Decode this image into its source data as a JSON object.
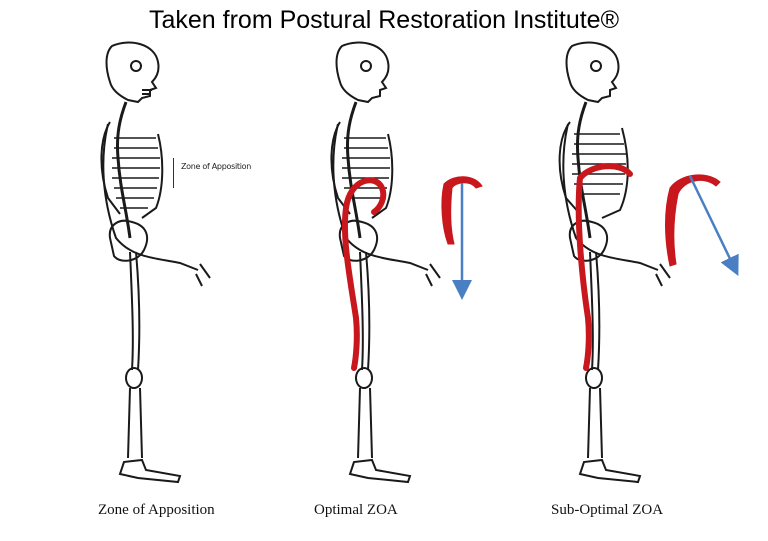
{
  "title": "Taken from Postural Restoration Institute®",
  "figures": [
    {
      "caption": "Zone of Apposition",
      "label": "Zone of Apposition"
    },
    {
      "caption": "Optimal ZOA"
    },
    {
      "caption": "Sub-Optimal ZOA"
    }
  ],
  "colors": {
    "diaphragm": "#c8171d",
    "arrow": "#4a7fc4",
    "skeleton": "#1a1a1a"
  }
}
